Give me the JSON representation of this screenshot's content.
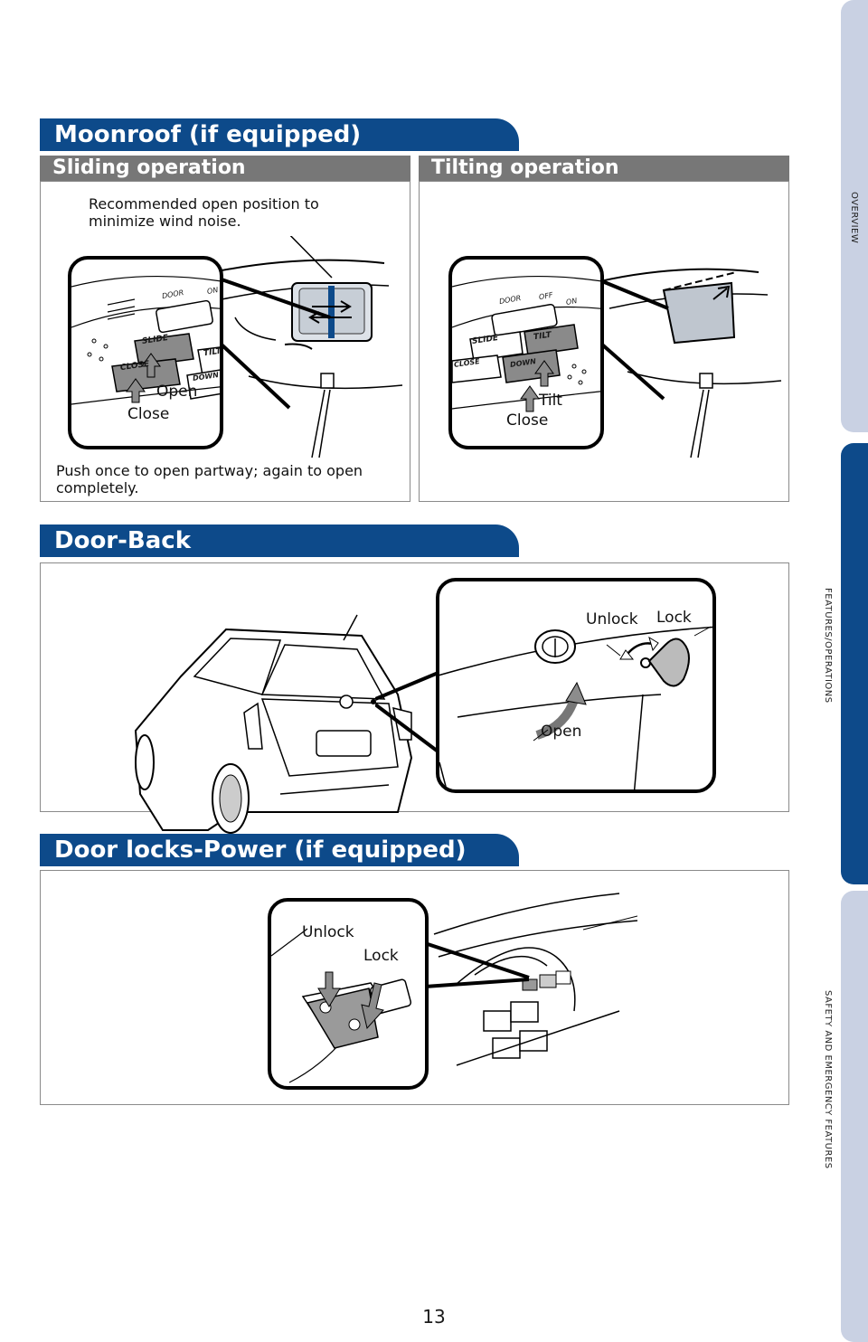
{
  "sections": {
    "moonroof": {
      "title": "Moonroof (if equipped)",
      "sliding": {
        "header": "Sliding operation",
        "note_top": "Recommended open position to minimize wind noise.",
        "note_bottom": "Push once to open partway; again to open completely.",
        "labels": {
          "open": "Open",
          "close": "Close"
        },
        "panel_text": {
          "slide": "SLIDE",
          "close": "CLOSE",
          "tilt": "TILT",
          "down": "DOWN",
          "door": "DOOR",
          "on": "ON"
        }
      },
      "tilting": {
        "header": "Tilting operation",
        "labels": {
          "tilt": "Tilt",
          "close": "Close"
        },
        "panel_text": {
          "slide": "SLIDE",
          "close": "CLOSE",
          "tilt": "TILT",
          "down": "DOWN",
          "door": "DOOR",
          "off": "OFF",
          "on": "ON"
        }
      }
    },
    "door_back": {
      "title": "Door-Back",
      "labels": {
        "unlock": "Unlock",
        "lock": "Lock",
        "open": "Open"
      }
    },
    "door_locks": {
      "title": "Door locks-Power (if equipped)",
      "labels": {
        "unlock": "Unlock",
        "lock": "Lock"
      }
    }
  },
  "sidebar_tabs": [
    {
      "label": "OVERVIEW",
      "active": false
    },
    {
      "label": "FEATURES/OPERATIONS",
      "active": true
    },
    {
      "label": "SAFETY AND EMERGENCY FEATURES",
      "active": false
    }
  ],
  "page_number": "13",
  "colors": {
    "banner": "#0d4a8a",
    "subheader": "#777777",
    "tab_active": "#0d4a8a",
    "tab_inactive": "#c9d1e3"
  }
}
